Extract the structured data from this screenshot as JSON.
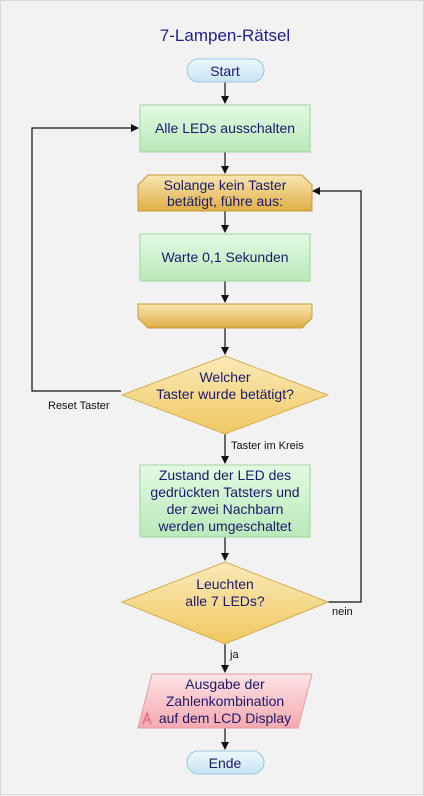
{
  "title": "7-Lampen-Rätsel",
  "nodes": {
    "start": "Start",
    "all_off": "Alle LEDs ausschalten",
    "loop_head": [
      "Solange kein Taster",
      "betätigt, führe aus:"
    ],
    "wait": "Warte 0,1 Sekunden",
    "loop_end": "",
    "which_button": [
      "Welcher",
      "Taster wurde betätigt?"
    ],
    "toggle": [
      "Zustand der LED des",
      "gedrückten Tatsters und",
      "der zwei Nachbarn",
      "werden umgeschaltet"
    ],
    "all_lit": [
      "Leuchten",
      "alle 7 LEDs?"
    ],
    "output": [
      "Ausgabe der",
      "Zahlenkombination",
      "auf dem LCD Display"
    ],
    "end": "Ende"
  },
  "edges": {
    "reset": "Reset Taster",
    "circle_button": "Taster im Kreis",
    "no": "nein",
    "yes": "ja"
  },
  "colors": {
    "title": "#1f1f8f",
    "terminal_fill": "#dbeef8",
    "process_fill": "#c9f0c9",
    "loop_fill": "#f1cf7c",
    "decision_fill": "#f7dc96",
    "io_fill": "#f9c4c8"
  }
}
